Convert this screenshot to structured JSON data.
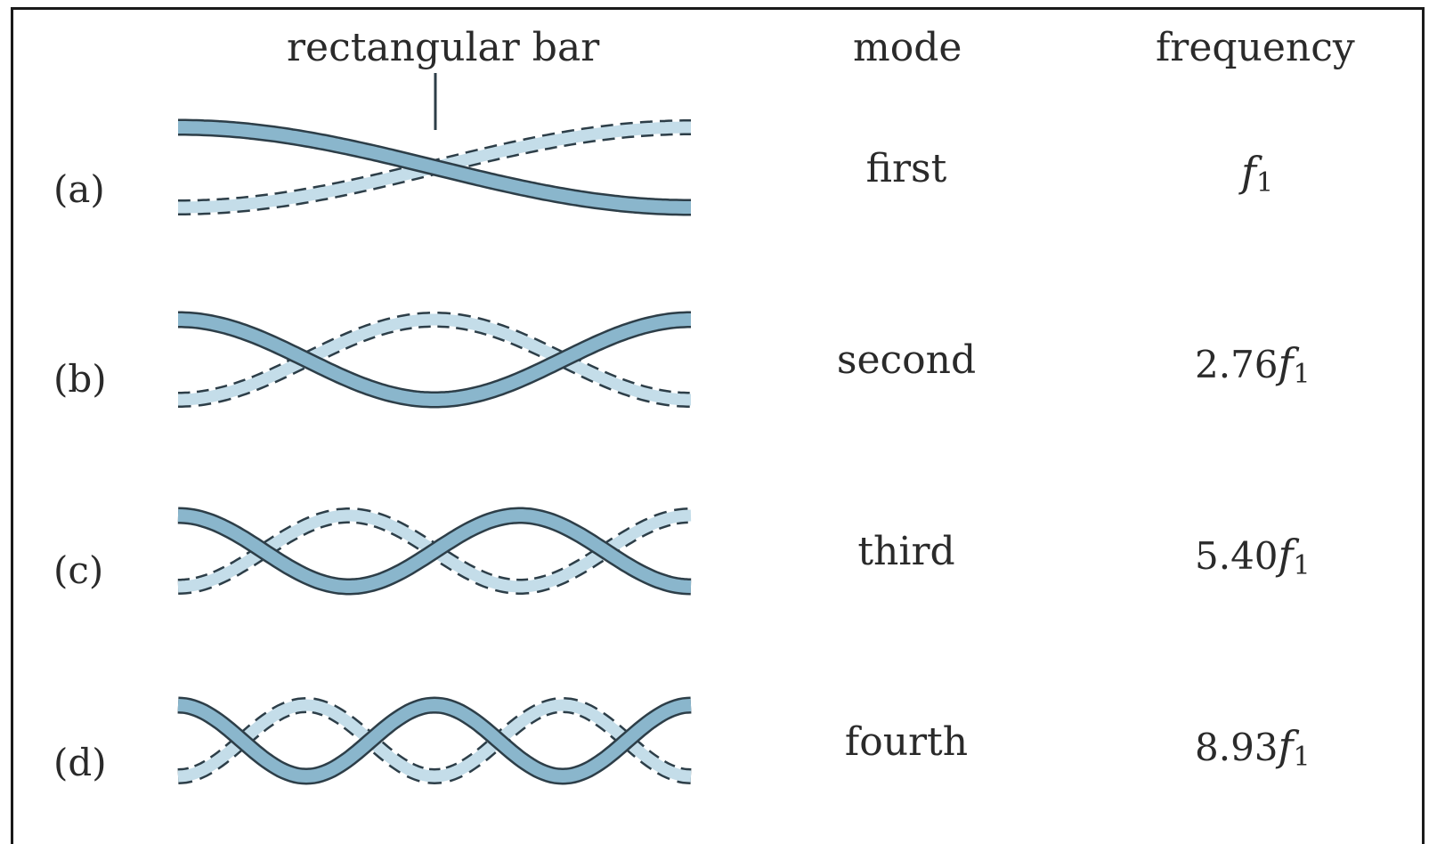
{
  "headers": {
    "bar_label": "rectangular bar",
    "mode": "mode",
    "frequency": "frequency"
  },
  "rows": [
    {
      "label": "(a)",
      "mode": "first",
      "coefficient": "",
      "symbol": "f",
      "subscript": "1"
    },
    {
      "label": "(b)",
      "mode": "second",
      "coefficient": "2.76",
      "symbol": "f",
      "subscript": "1"
    },
    {
      "label": "(c)",
      "mode": "third",
      "coefficient": "5.40",
      "symbol": "f",
      "subscript": "1"
    },
    {
      "label": "(d)",
      "mode": "fourth",
      "coefficient": "8.93",
      "symbol": "f",
      "subscript": "1"
    }
  ],
  "colors": {
    "bar_fill": "#8ab6cc",
    "bar_fill_light": "#c4dde9",
    "outline": "#2d3e48",
    "frame": "#1a1a1a"
  }
}
